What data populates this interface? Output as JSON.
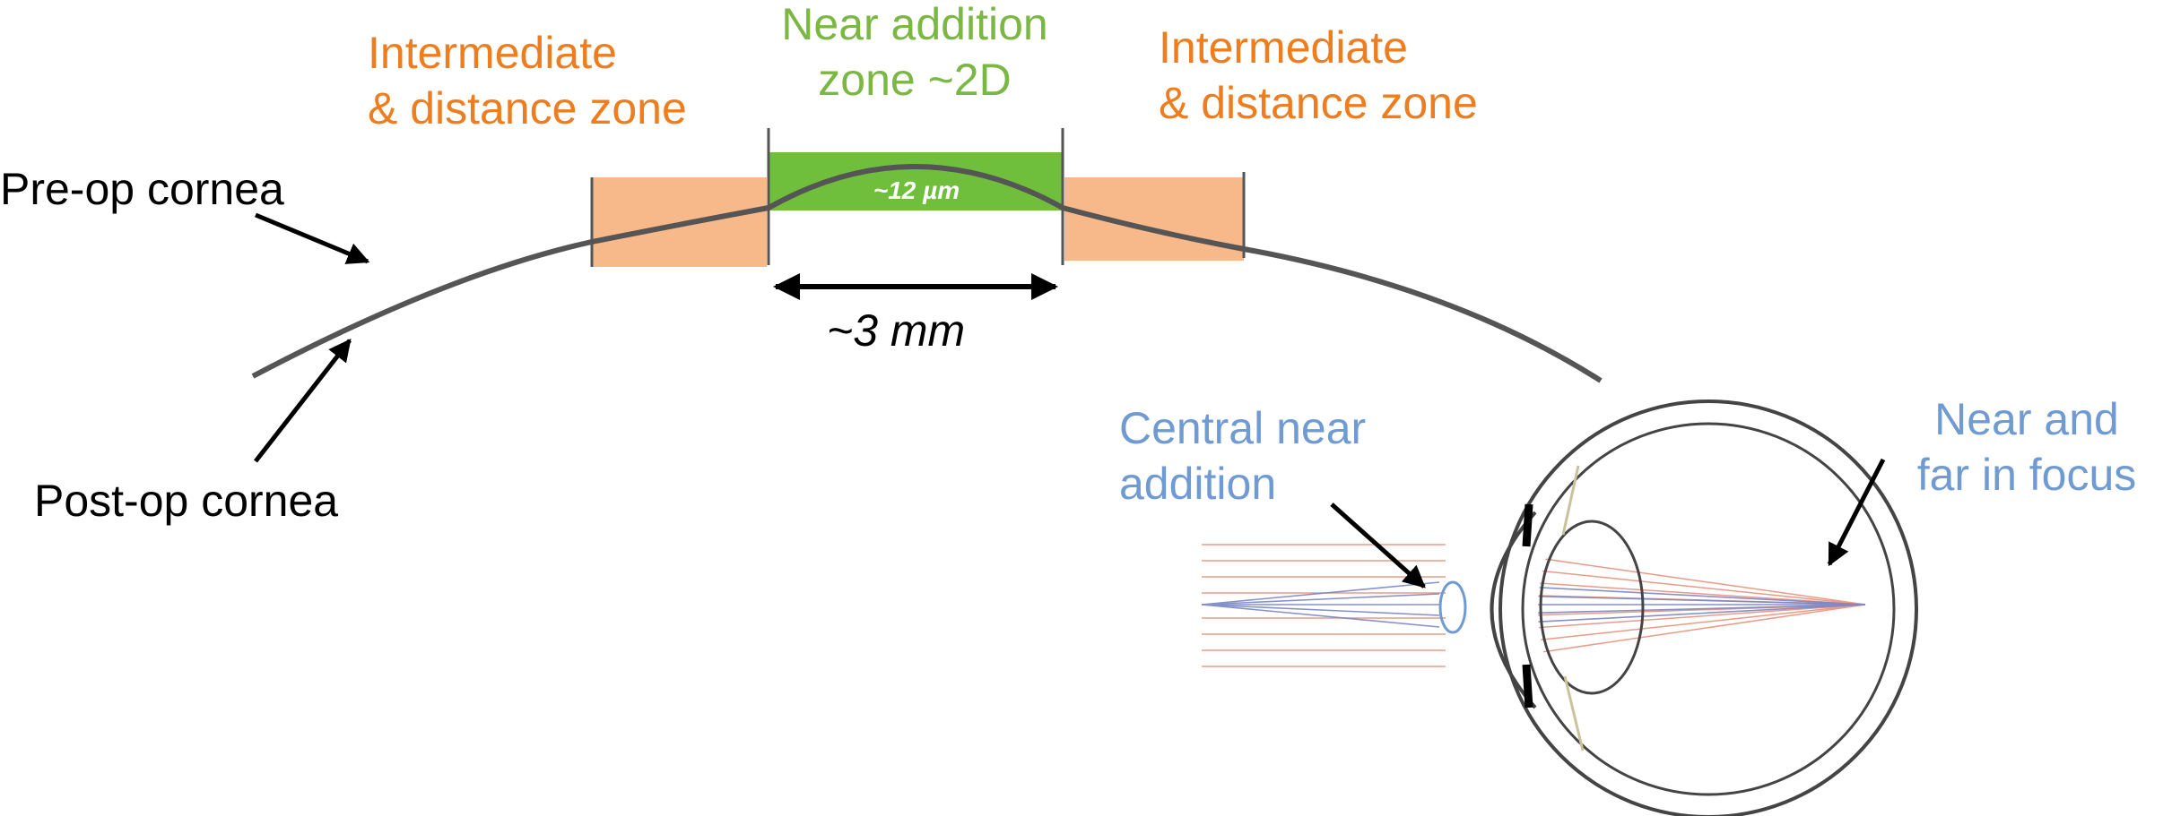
{
  "labels": {
    "intermediate_left_line1": "Intermediate",
    "intermediate_left_line2": "& distance zone",
    "near_addition_line1": "Near addition",
    "near_addition_line2": "zone ~2D",
    "intermediate_right_line1": "Intermediate",
    "intermediate_right_line2": "& distance zone",
    "pre_op_cornea": "Pre-op cornea",
    "post_op_cornea": "Post-op cornea",
    "zone_depth": "~12 µm",
    "zone_width": "~3 mm",
    "central_near_line1": "Central near",
    "central_near_line2": "addition",
    "near_far_line1": "Near and",
    "near_far_line2": "far in focus"
  },
  "colors": {
    "intermediate_zone": "#f7b98a",
    "near_zone": "#6fbf3c",
    "orange_text": "#ee7d1f",
    "green_text": "#7ab743",
    "blue_text": "#6f9bd2",
    "cornea_line": "#555555",
    "ray_red": "#e8907a",
    "ray_blue": "#7a86c4"
  }
}
